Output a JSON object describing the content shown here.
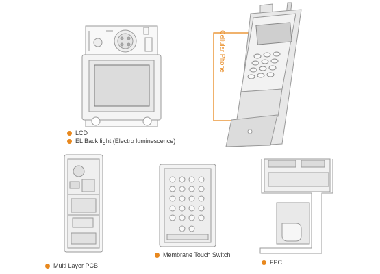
{
  "labels": {
    "lcd": "LCD",
    "el_backlight": "EL Back light (Electro luminescence)",
    "multi_layer_pcb": "Multi Layer PCB",
    "membrane_switch": "Membrane Touch Switch",
    "fpc": "FPC",
    "cellular_phone": "Cellular Phone"
  },
  "colors": {
    "accent": "#e8881e",
    "line": "#9a9a9a",
    "fill": "#efefef"
  }
}
